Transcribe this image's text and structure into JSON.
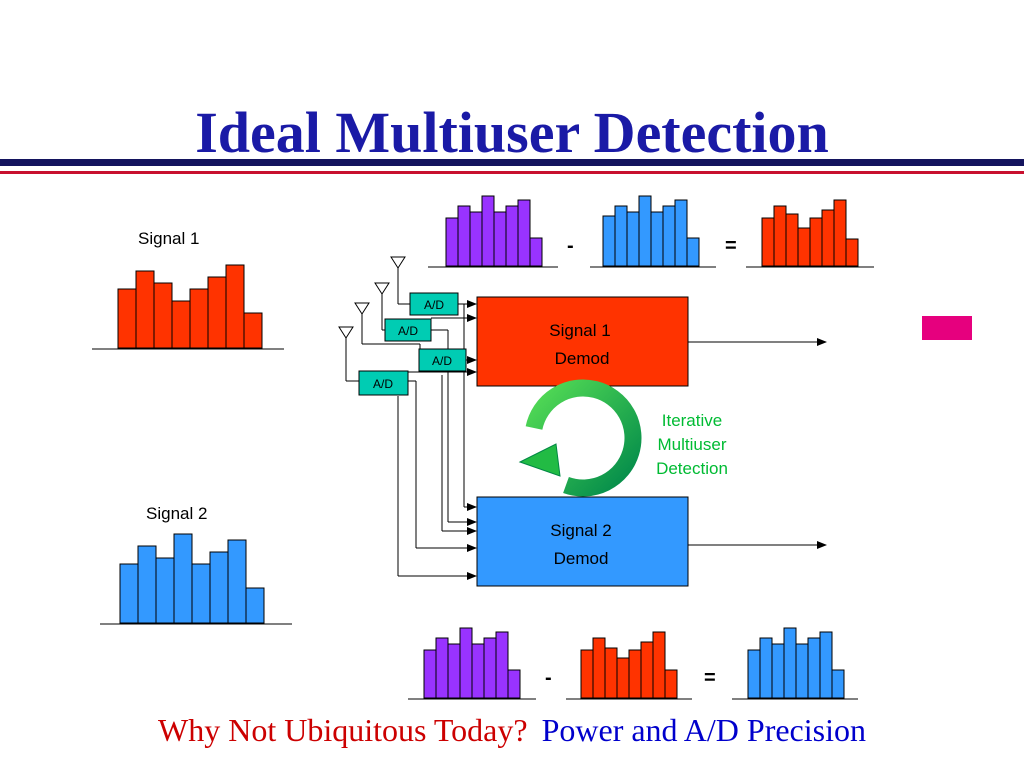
{
  "slide": {
    "title": "Ideal Multiuser Detection",
    "footer_question": "Why Not Ubiquitous Today?",
    "footer_answer": "Power and A/D Precision"
  },
  "signals": {
    "signal1_label": "Signal 1",
    "signal2_label": "Signal 2"
  },
  "blocks": {
    "demod1_line1": "Signal 1",
    "demod1_line2": "Demod",
    "demod2_line1": "Signal 2",
    "demod2_line2": "Demod",
    "adc_label": "A/D",
    "iterative_line1": "Iterative",
    "iterative_line2": "Multiuser",
    "iterative_line3": "Detection"
  },
  "operators": {
    "minus": "-",
    "equals": "="
  },
  "colors": {
    "title": "#1a1aa6",
    "rule_navy": "#14145e",
    "rule_red": "#c8102e",
    "signal1": "#ff3300",
    "signal2": "#3399ff",
    "combined": "#9933ff",
    "demod1_fill": "#ff3300",
    "demod2_fill": "#3399ff",
    "adc_fill": "#00ccb3",
    "loop_green": "#00aa44",
    "iterative_text": "#00bb33",
    "footer_red": "#cc0000",
    "footer_blue": "#0000cc",
    "legend_magenta": "#e6007e"
  },
  "icons": [
    "antenna-icon",
    "circular-arrow-icon"
  ]
}
